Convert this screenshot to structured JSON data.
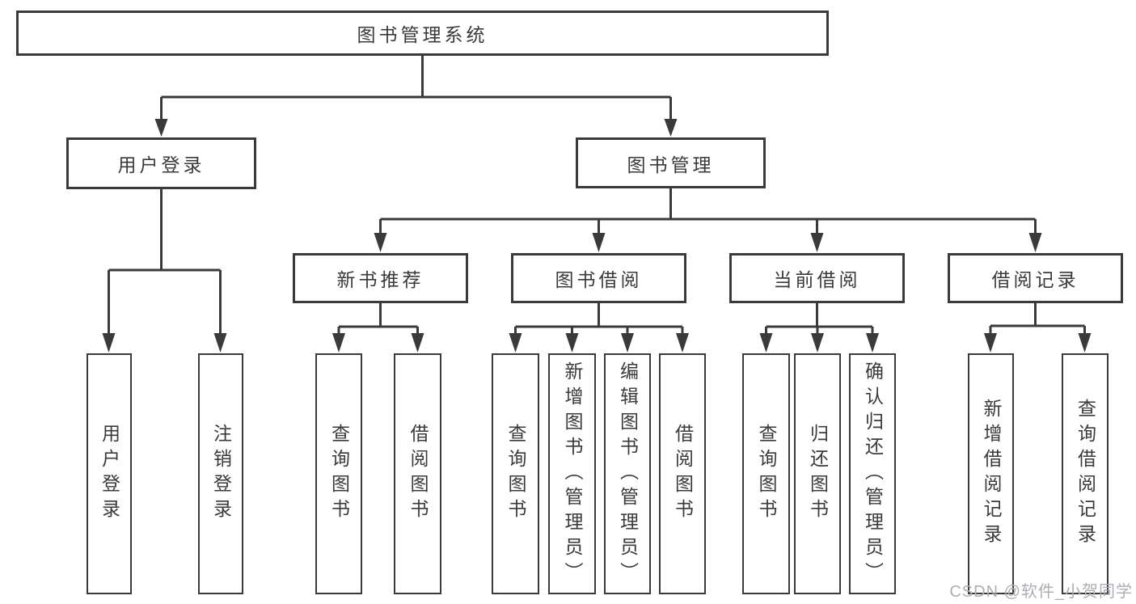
{
  "tree": {
    "root": "图书管理系统",
    "children": [
      {
        "label": "用户登录",
        "children": [
          {
            "label": "用户登录"
          },
          {
            "label": "注销登录"
          }
        ]
      },
      {
        "label": "图书管理",
        "children": [
          {
            "label": "新书推荐",
            "children": [
              {
                "label": "查询图书"
              },
              {
                "label": "借阅图书"
              }
            ]
          },
          {
            "label": "图书借阅",
            "children": [
              {
                "label": "查询图书"
              },
              {
                "label": "新增图书（管理员）"
              },
              {
                "label": "编辑图书（管理员）"
              },
              {
                "label": "借阅图书"
              }
            ]
          },
          {
            "label": "当前借阅",
            "children": [
              {
                "label": "查询图书"
              },
              {
                "label": "归还图书"
              },
              {
                "label": "确认归还（管理员）"
              }
            ]
          },
          {
            "label": "借阅记录",
            "children": [
              {
                "label": "新增借阅记录"
              },
              {
                "label": "查询借阅记录"
              }
            ]
          }
        ]
      }
    ]
  },
  "watermark": {
    "text": "CSDN @软件_小贺同学"
  },
  "colors": {
    "line": "#3a3a3a",
    "box_border": "#3a3a3a",
    "text": "#3a3a3a",
    "background": "#ffffff",
    "watermark": "#abaeb3"
  }
}
